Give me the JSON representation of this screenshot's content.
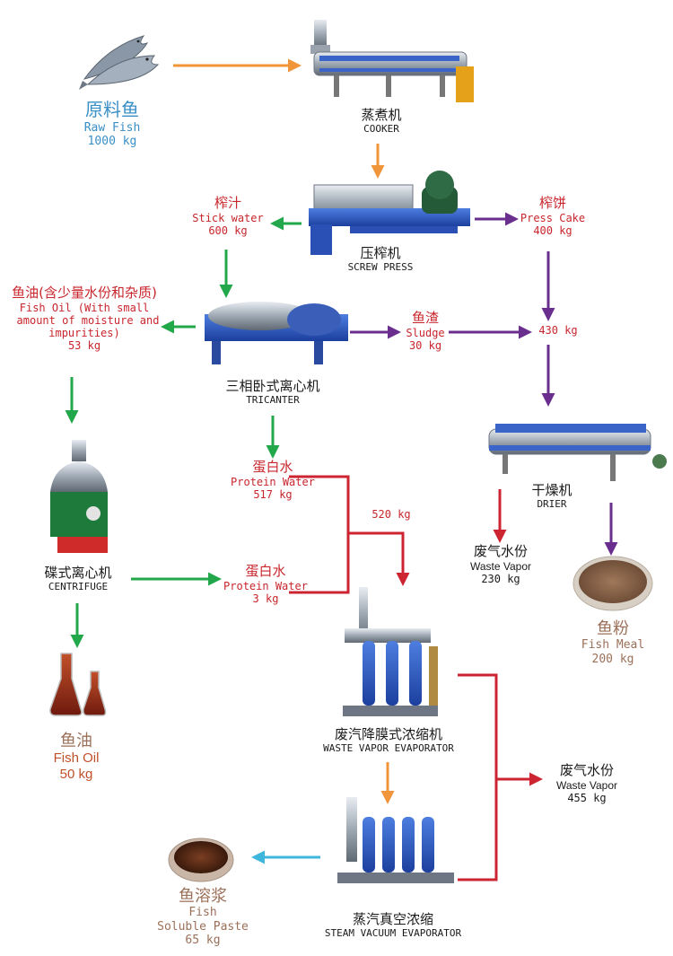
{
  "colors": {
    "orange_arrow": "#f0953a",
    "green_arrow": "#22a74a",
    "purple_arrow": "#6a2e8f",
    "red_line": "#cc2430",
    "cyan_arrow": "#3fb6dc",
    "red_text": "#c8262d",
    "blue_text": "#3a8fc6",
    "brown_text": "#9b7059"
  },
  "nodes": {
    "raw_fish": {
      "zh": "原料鱼",
      "en": "Raw Fish",
      "qty": "1000 kg",
      "icon": "fish-icon"
    },
    "cooker": {
      "zh": "蒸煮机",
      "en": "COOKER",
      "icon": "cooker-machine-icon"
    },
    "screw_press": {
      "zh": "压榨机",
      "en": "SCREW PRESS",
      "icon": "screw-press-machine-icon"
    },
    "stick_water": {
      "zh": "榨汁",
      "en": "Stick water",
      "qty": "600 kg"
    },
    "press_cake": {
      "zh": "榨饼",
      "en": "Press Cake",
      "qty": "400 kg"
    },
    "fish_oil_mix": {
      "zh": "鱼油(含少量水份和杂质)",
      "en_line1": "Fish Oil (With small",
      "en_line2": "amount of moisture and",
      "en_line3": "impurities)",
      "qty": "53 kg"
    },
    "tricanter": {
      "zh": "三相卧式离心机",
      "en": "TRICANTER",
      "icon": "tricanter-machine-icon"
    },
    "sludge": {
      "zh": "鱼渣",
      "en": "Sludge",
      "qty": "30 kg"
    },
    "combined_430": {
      "qty": "430 kg"
    },
    "drier": {
      "zh": "干燥机",
      "en": "DRIER",
      "icon": "drier-machine-icon"
    },
    "protein_water_517": {
      "zh": "蛋白水",
      "en": "Protein Water",
      "qty": "517 kg"
    },
    "combined_520": {
      "qty": "520 kg"
    },
    "centrifuge": {
      "zh": "碟式离心机",
      "en": "CENTRIFUGE",
      "icon": "centrifuge-machine-icon"
    },
    "protein_water_3": {
      "zh": "蛋白水",
      "en": "Protein Water",
      "qty": "3 kg"
    },
    "waste_vapor_230": {
      "zh": "废气水份",
      "en": "Waste Vapor",
      "qty": "230 kg"
    },
    "fish_meal": {
      "zh": "鱼粉",
      "en": "Fish Meal",
      "qty": "200 kg",
      "icon": "fish-meal-dish-icon"
    },
    "fish_oil": {
      "zh": "鱼油",
      "en": "Fish Oil",
      "qty": "50 kg",
      "icon": "oil-flask-icon"
    },
    "waste_vapor_evaporator": {
      "zh": "废汽降膜式浓缩机",
      "en": "WASTE VAPOR EVAPORATOR",
      "icon": "falling-film-evaporator-icon"
    },
    "waste_vapor_455": {
      "zh": "废气水份",
      "en": "Waste Vapor",
      "qty": "455 kg"
    },
    "steam_vacuum_evaporator": {
      "zh": "蒸汽真空浓缩",
      "en": "STEAM VACUUM EVAPORATOR",
      "icon": "vacuum-evaporator-icon"
    },
    "fish_soluble_paste": {
      "zh": "鱼溶浆",
      "en_line1": "Fish",
      "en_line2": "Soluble Paste",
      "qty": "65 kg",
      "icon": "paste-dish-icon"
    }
  }
}
